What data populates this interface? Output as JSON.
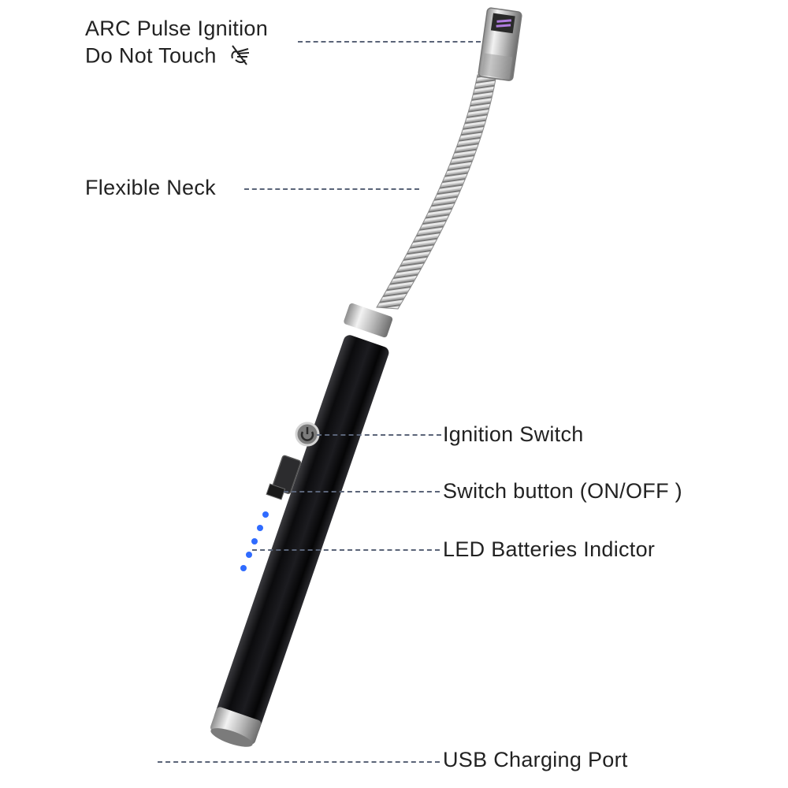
{
  "diagram": {
    "subject": "Electric arc candle lighter",
    "callouts": [
      {
        "id": "arc",
        "lines": [
          "ARC Pulse Ignition",
          "Do Not Touch"
        ],
        "icon": "no-touch-hand-icon"
      },
      {
        "id": "neck",
        "label": "Flexible Neck"
      },
      {
        "id": "ignition",
        "label": "Ignition Switch"
      },
      {
        "id": "switch",
        "label": "Switch button (ON/OFF )"
      },
      {
        "id": "led",
        "label": "LED Batteries Indictor"
      },
      {
        "id": "usb",
        "label": "USB Charging Port"
      }
    ],
    "colors": {
      "text": "#222222",
      "leader": "#5a6478",
      "body": "#0d0d0f",
      "led": "#2f6bff",
      "arc": "#b07ce0",
      "metal": "#c8c8c8"
    }
  }
}
